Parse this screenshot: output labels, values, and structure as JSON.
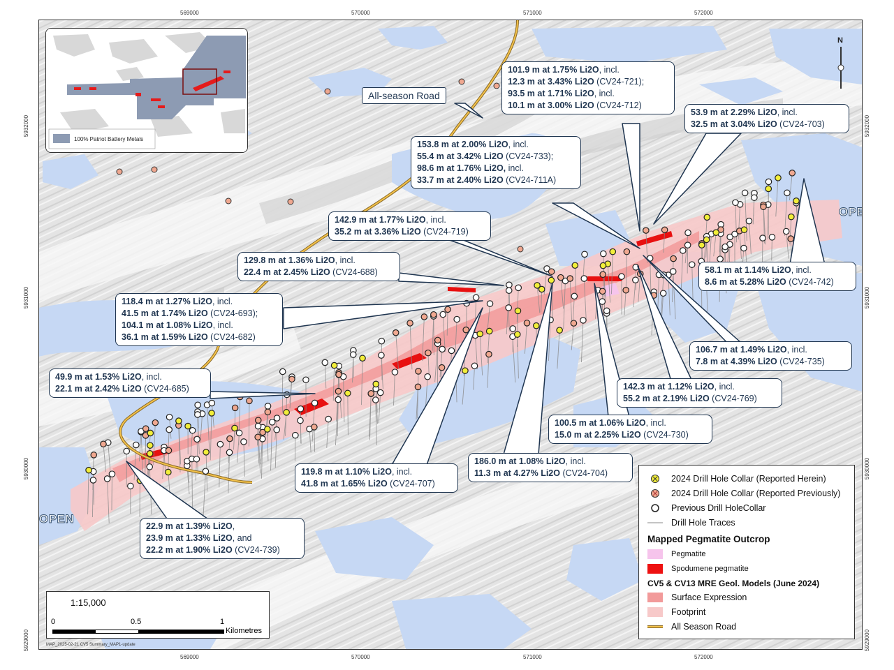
{
  "map": {
    "easting_ticks": [
      "569000",
      "570000",
      "571000",
      "572000"
    ],
    "northing_ticks": [
      "5932000",
      "5931000",
      "5930000",
      "5929000"
    ],
    "open_label": "OPEN",
    "road_label": "All-season Road",
    "north_label": "N",
    "footer": "MAP_2025-02-21 CV5 Summary_MAP1-update"
  },
  "inset": {
    "legend_label": "100% Patriot Battery Metals"
  },
  "scale": {
    "ratio": "1:15,000",
    "ticks": [
      "0",
      "0.5",
      "1"
    ],
    "unit": "Kilometres"
  },
  "callouts": [
    {
      "id": "c721",
      "lines": [
        {
          "b": "101.9 m at 1.75% Li2O",
          "n": ", incl."
        },
        {
          "b": "12.3 m at 3.43% Li2O",
          "n": " (CV24-721);"
        },
        {
          "b": "93.5 m at 1.71% Li2O",
          "n": ", incl."
        },
        {
          "b": "10.1 m at 3.00% Li2O",
          "n": " (CV24-712)"
        }
      ]
    },
    {
      "id": "c703",
      "lines": [
        {
          "b": "53.9 m at 2.29% Li2O",
          "n": ", incl."
        },
        {
          "b": "32.5 m at 3.04% Li2O",
          "n": " (CV24-703)"
        }
      ]
    },
    {
      "id": "c733",
      "lines": [
        {
          "b": "153.8 m at 2.00% Li2O",
          "n": ", incl."
        },
        {
          "b": "55.4 m at 3.42% Li2O",
          "n": " (CV24-733);"
        },
        {
          "b": "98.6 m at 1.76% Li2O,",
          "n": " incl."
        },
        {
          "b": "33.7 m at 2.40% Li2O",
          "n": " (CV24-711A)"
        }
      ]
    },
    {
      "id": "c719",
      "lines": [
        {
          "b": "142.9 m at 1.77% Li2O",
          "n": ", incl."
        },
        {
          "b": "35.2 m at 3.36% Li2O",
          "n": " (CV24-719)"
        }
      ]
    },
    {
      "id": "c688",
      "lines": [
        {
          "b": "129.8 m at 1.36% Li2O",
          "n": ", incl."
        },
        {
          "b": "22.4 m at 2.45% Li2O",
          "n": " (CV24-688)"
        }
      ]
    },
    {
      "id": "c693",
      "lines": [
        {
          "b": "118.4 m at 1.27% Li2O",
          "n": ", incl."
        },
        {
          "b": "41.5 m at 1.74% Li2O",
          "n": " (CV24-693);"
        },
        {
          "b": "104.1 m at 1.08% Li2O",
          "n": ", incl."
        },
        {
          "b": "36.1 m at 1.59% Li2O",
          "n": " (CV24-682)"
        }
      ]
    },
    {
      "id": "c685",
      "lines": [
        {
          "b": "49.9 m at 1.53% Li2O",
          "n": ", incl."
        },
        {
          "b": "22.1 m at 2.42% Li2O",
          "n": " (CV24-685)"
        }
      ]
    },
    {
      "id": "c742",
      "lines": [
        {
          "b": "58.1 m at 1.14% Li2O",
          "n": ", incl."
        },
        {
          "b": "8.6 m at 5.28% Li2O",
          "n": " (CV24-742)"
        }
      ]
    },
    {
      "id": "c735",
      "lines": [
        {
          "b": "106.7 m at 1.49% Li2O",
          "n": ", incl."
        },
        {
          "b": "7.8 m at 4.39% Li2O",
          "n": " (CV24-735)"
        }
      ]
    },
    {
      "id": "c769",
      "lines": [
        {
          "b": "142.3 m at 1.12% Li2O",
          "n": ", incl."
        },
        {
          "b": "55.2 m at 2.19% Li2O",
          "n": " (CV24-769)"
        }
      ]
    },
    {
      "id": "c730",
      "lines": [
        {
          "b": "100.5 m at 1.06% Li2O",
          "n": ", incl."
        },
        {
          "b": "15.0 m at 2.25% Li2O",
          "n": " (CV24-730)"
        }
      ]
    },
    {
      "id": "c704",
      "lines": [
        {
          "b": "186.0 m at 1.08% Li2O",
          "n": ", incl."
        },
        {
          "b": "11.3 m at 4.27% Li2O",
          "n": " (CV24-704)"
        }
      ]
    },
    {
      "id": "c707",
      "lines": [
        {
          "b": "119.8 m at 1.10% Li2O",
          "n": ", incl."
        },
        {
          "b": "41.8 m at 1.65% Li2O",
          "n": " (CV24-707)"
        }
      ]
    },
    {
      "id": "c739",
      "lines": [
        {
          "b": "22.9 m at 1.39% Li2O",
          "n": ","
        },
        {
          "b": "23.9 m at 1.33% Li2O",
          "n": ", and"
        },
        {
          "b": "22.2 m at 1.90% Li2O",
          "n": " (CV24-739)"
        }
      ]
    }
  ],
  "legend": {
    "items": [
      {
        "label": "2024 Drill Hole Collar (Reported Herein)",
        "symbol": "collar-herein",
        "color": "#f2ee3a"
      },
      {
        "label": "2024 Drill Hole Collar (Reported Previously)",
        "symbol": "collar-previous",
        "color": "#f0a890"
      },
      {
        "label": "Previous Drill HoleCollar",
        "symbol": "collar-old",
        "color": "#ffffff"
      },
      {
        "label": "Drill Hole Traces",
        "symbol": "trace",
        "color": "#888888"
      }
    ],
    "heading1": "Mapped Pegmatite Outcrop",
    "pegmatite": {
      "label": "Pegmatite",
      "color": "#f6c4ec"
    },
    "spodumene": {
      "label": "Spodumene pegmatite",
      "color": "#ee1111"
    },
    "heading2": "CV5 & CV13 MRE Geol. Models (June 2024)",
    "surface": {
      "label": "Surface Expression",
      "color": "#f29a9a"
    },
    "footprint": {
      "label": "Footprint",
      "color": "#f7c9c9"
    },
    "road": {
      "label": "All Season Road",
      "color": "#d9a23a"
    }
  }
}
